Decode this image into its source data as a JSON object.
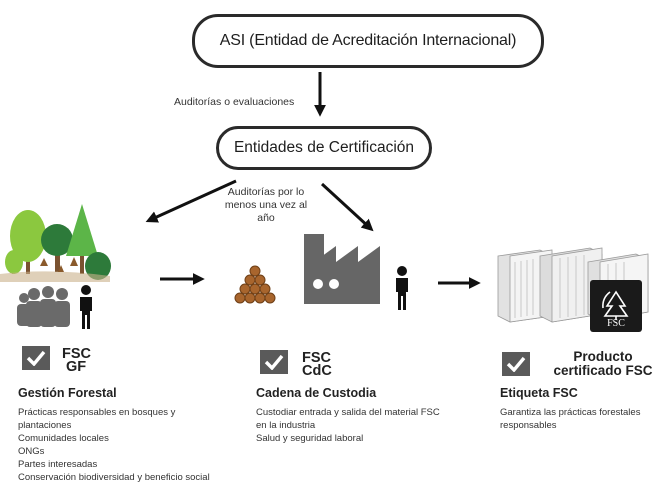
{
  "top": {
    "asi_label": "ASI  (Entidad de Acreditación Internacional)"
  },
  "audit1": "Auditorías o evaluaciones",
  "certifiers": {
    "label": "Entidades de Certificación"
  },
  "audit2": {
    "line1": "Auditorías por lo",
    "line2": "menos una vez al año"
  },
  "fsc_logo_text": "FSC",
  "columns": [
    {
      "code_line1": "FSC",
      "code_line2": "GF",
      "title": "Gestión Forestal",
      "items": [
        "Prácticas responsables en bosques y",
        "plantaciones",
        "Comunidades locales",
        "ONGs",
        "Partes interesadas",
        "Conservación biodiversidad y beneficio social"
      ]
    },
    {
      "code_line1": "FSC",
      "code_line2": "CdC",
      "title": "Cadena de Custodia",
      "items": [
        "Custodiar entrada y salida del material FSC",
        "en la industria",
        "Salud y seguridad laboral"
      ]
    },
    {
      "code_line1": "Producto",
      "code_line2": "certificado FSC",
      "title": "Etiqueta FSC",
      "items": [
        "Garantiza las prácticas forestales",
        "responsables"
      ]
    }
  ],
  "icons": [
    "forest-trees-icon",
    "people-group-icon",
    "person-icon",
    "log-pile-icon",
    "factory-icon",
    "paper-stack-icon",
    "fsc-tree-logo-icon",
    "checkmark-icon",
    "arrow-icon"
  ]
}
